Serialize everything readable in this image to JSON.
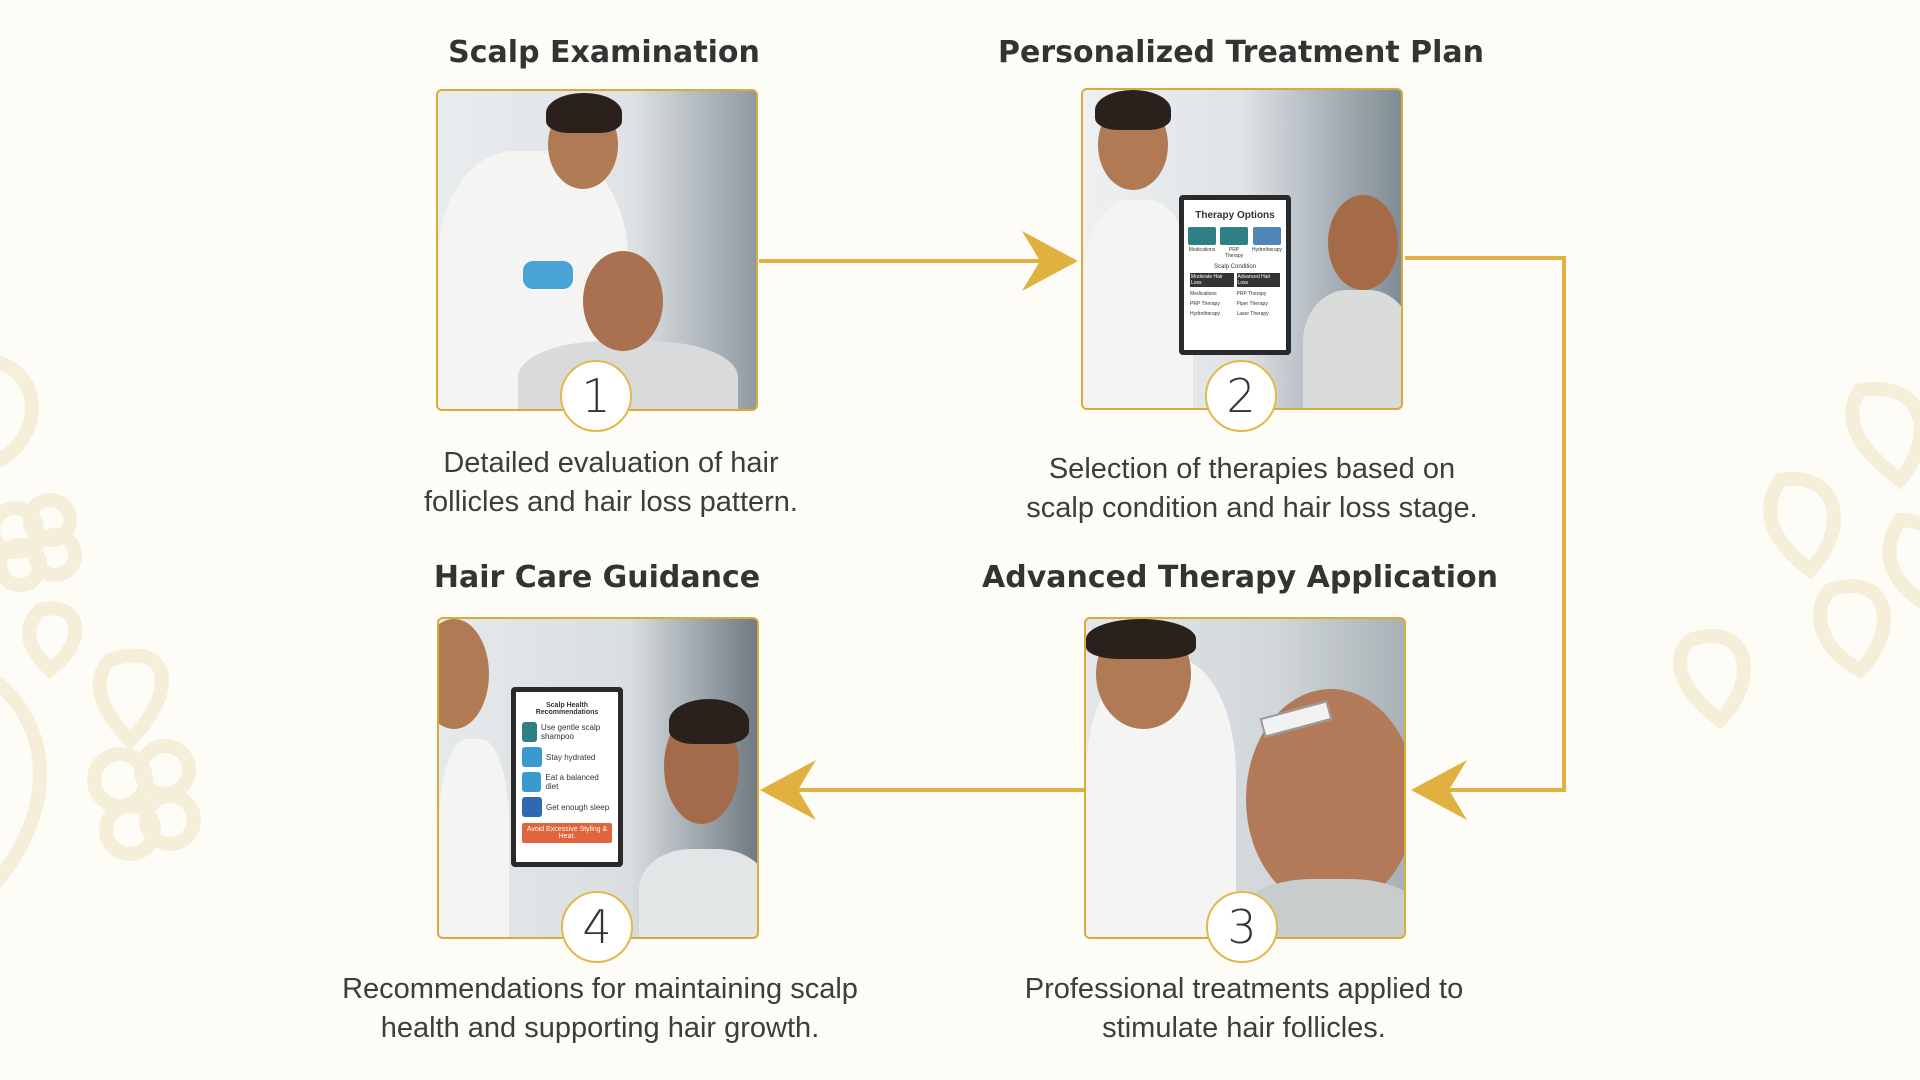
{
  "steps": [
    {
      "number": "1",
      "title": "Scalp Examination",
      "description": [
        "Detailed evaluation of hair",
        "follicles and hair loss pattern."
      ]
    },
    {
      "number": "2",
      "title": "Personalized Treatment Plan",
      "description": [
        "Selection of therapies based on",
        "scalp condition and hair loss stage."
      ],
      "clipboard": {
        "title": "Therapy Options",
        "options": [
          "Medications",
          "PRP Therapy",
          "Hydrotherapy"
        ],
        "subtitle": "Scalp Condition",
        "columns": [
          "Moderate Hair Loss",
          "Advanced Hair Loss"
        ],
        "left": [
          "Medications",
          "PRP Therapy",
          "Hydrotherapy"
        ],
        "right": [
          "PRP Therapy",
          "Piper Therapy",
          "Laser Therapy"
        ]
      }
    },
    {
      "number": "3",
      "title": "Advanced Therapy Application",
      "description": [
        "Professional treatments applied to",
        "stimulate hair follicles."
      ]
    },
    {
      "number": "4",
      "title": "Hair Care Guidance",
      "description": [
        "Recommendations for maintaining scalp",
        "health and supporting hair growth."
      ],
      "clipboard": {
        "title": "Scalp Health Recommendations",
        "items": [
          "Use gentle scalp shampoo",
          "Stay hydrated",
          "Eat a balanced diet",
          "Get enough sleep"
        ],
        "warning": "Avoid Excessive Styling & Heat."
      }
    }
  ],
  "colors": {
    "accent": "#e0b040",
    "background": "#fdfcf6"
  }
}
